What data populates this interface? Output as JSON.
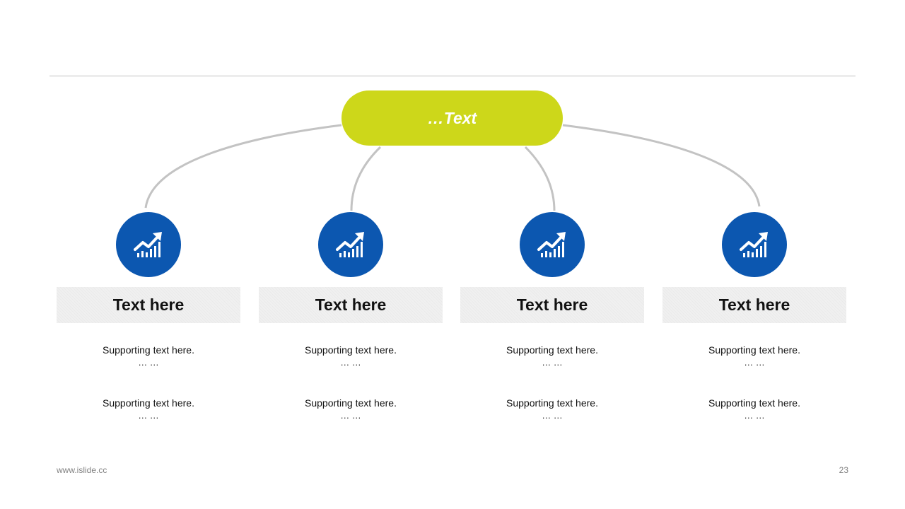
{
  "colors": {
    "hub": "#cdd71a",
    "circle": "#0c57b0",
    "connector": "#c3c3c3"
  },
  "hub": {
    "label": "…Text"
  },
  "items": [
    {
      "title": "Text here",
      "support": [
        {
          "text": "Supporting text here.",
          "ellipsis": "… …"
        },
        {
          "text": "Supporting text here.",
          "ellipsis": "… …"
        }
      ],
      "icon": "chart-growth-icon"
    },
    {
      "title": "Text here",
      "support": [
        {
          "text": "Supporting text here.",
          "ellipsis": "… …"
        },
        {
          "text": "Supporting text here.",
          "ellipsis": "… …"
        }
      ],
      "icon": "chart-growth-icon"
    },
    {
      "title": "Text here",
      "support": [
        {
          "text": "Supporting text here.",
          "ellipsis": "… …"
        },
        {
          "text": "Supporting text here.",
          "ellipsis": "… …"
        }
      ],
      "icon": "chart-growth-icon"
    },
    {
      "title": "Text here",
      "support": [
        {
          "text": "Supporting text here.",
          "ellipsis": "… …"
        },
        {
          "text": "Supporting text here.",
          "ellipsis": "… …"
        }
      ],
      "icon": "chart-growth-icon"
    }
  ],
  "footer": {
    "website": "www.islide.cc",
    "page_number": "23"
  }
}
